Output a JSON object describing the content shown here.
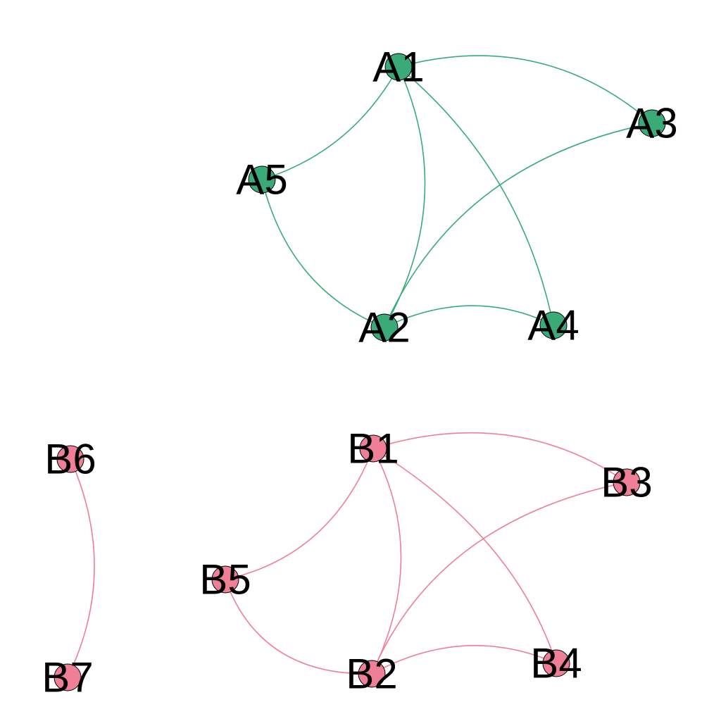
{
  "colors": {
    "group_a": "#3aaa78",
    "group_b": "#ee7f96",
    "background": "#ffffff"
  },
  "groups": [
    {
      "id": "A",
      "color_key": "group_a",
      "nodes": [
        "A1",
        "A2",
        "A3",
        "A4",
        "A5"
      ],
      "edges": [
        [
          "A1",
          "A3"
        ],
        [
          "A1",
          "A5"
        ],
        [
          "A1",
          "A2"
        ],
        [
          "A1",
          "A4"
        ],
        [
          "A3",
          "A2"
        ],
        [
          "A5",
          "A2"
        ],
        [
          "A2",
          "A4"
        ]
      ]
    },
    {
      "id": "B",
      "color_key": "group_b",
      "nodes": [
        "B1",
        "B2",
        "B3",
        "B4",
        "B5",
        "B6",
        "B7"
      ],
      "edges": [
        [
          "B1",
          "B3"
        ],
        [
          "B1",
          "B5"
        ],
        [
          "B1",
          "B2"
        ],
        [
          "B1",
          "B4"
        ],
        [
          "B3",
          "B2"
        ],
        [
          "B5",
          "B2"
        ],
        [
          "B2",
          "B4"
        ],
        [
          "B6",
          "B7"
        ]
      ]
    }
  ]
}
